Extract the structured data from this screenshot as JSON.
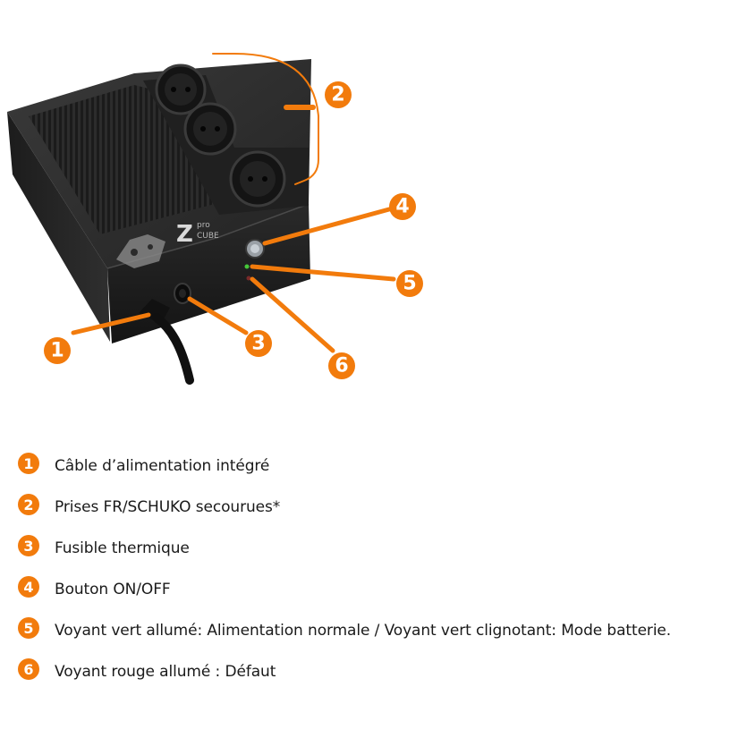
{
  "colors": {
    "accent": "#f27b0c",
    "device_body": "#2b2b2b",
    "led_green": "#45c83a"
  },
  "device": {
    "brand_letter": "Z",
    "brand_lines": [
      "pro",
      "CUBE"
    ]
  },
  "callouts": [
    {
      "number": "1",
      "target": "power-cable"
    },
    {
      "number": "2",
      "target": "outlets"
    },
    {
      "number": "3",
      "target": "thermal-fuse"
    },
    {
      "number": "4",
      "target": "power-button"
    },
    {
      "number": "5",
      "target": "green-led"
    },
    {
      "number": "6",
      "target": "red-led"
    }
  ],
  "legend": [
    {
      "number": "1",
      "text": "Câble d’alimentation intégré"
    },
    {
      "number": "2",
      "text": "Prises FR/SCHUKO secourues*"
    },
    {
      "number": "3",
      "text": "Fusible thermique"
    },
    {
      "number": "4",
      "text": "Bouton ON/OFF"
    },
    {
      "number": "5",
      "text": "Voyant vert allumé: Alimentation normale / Voyant vert clignotant: Mode batterie."
    },
    {
      "number": "6",
      "text": "Voyant rouge allumé : Défaut"
    }
  ]
}
